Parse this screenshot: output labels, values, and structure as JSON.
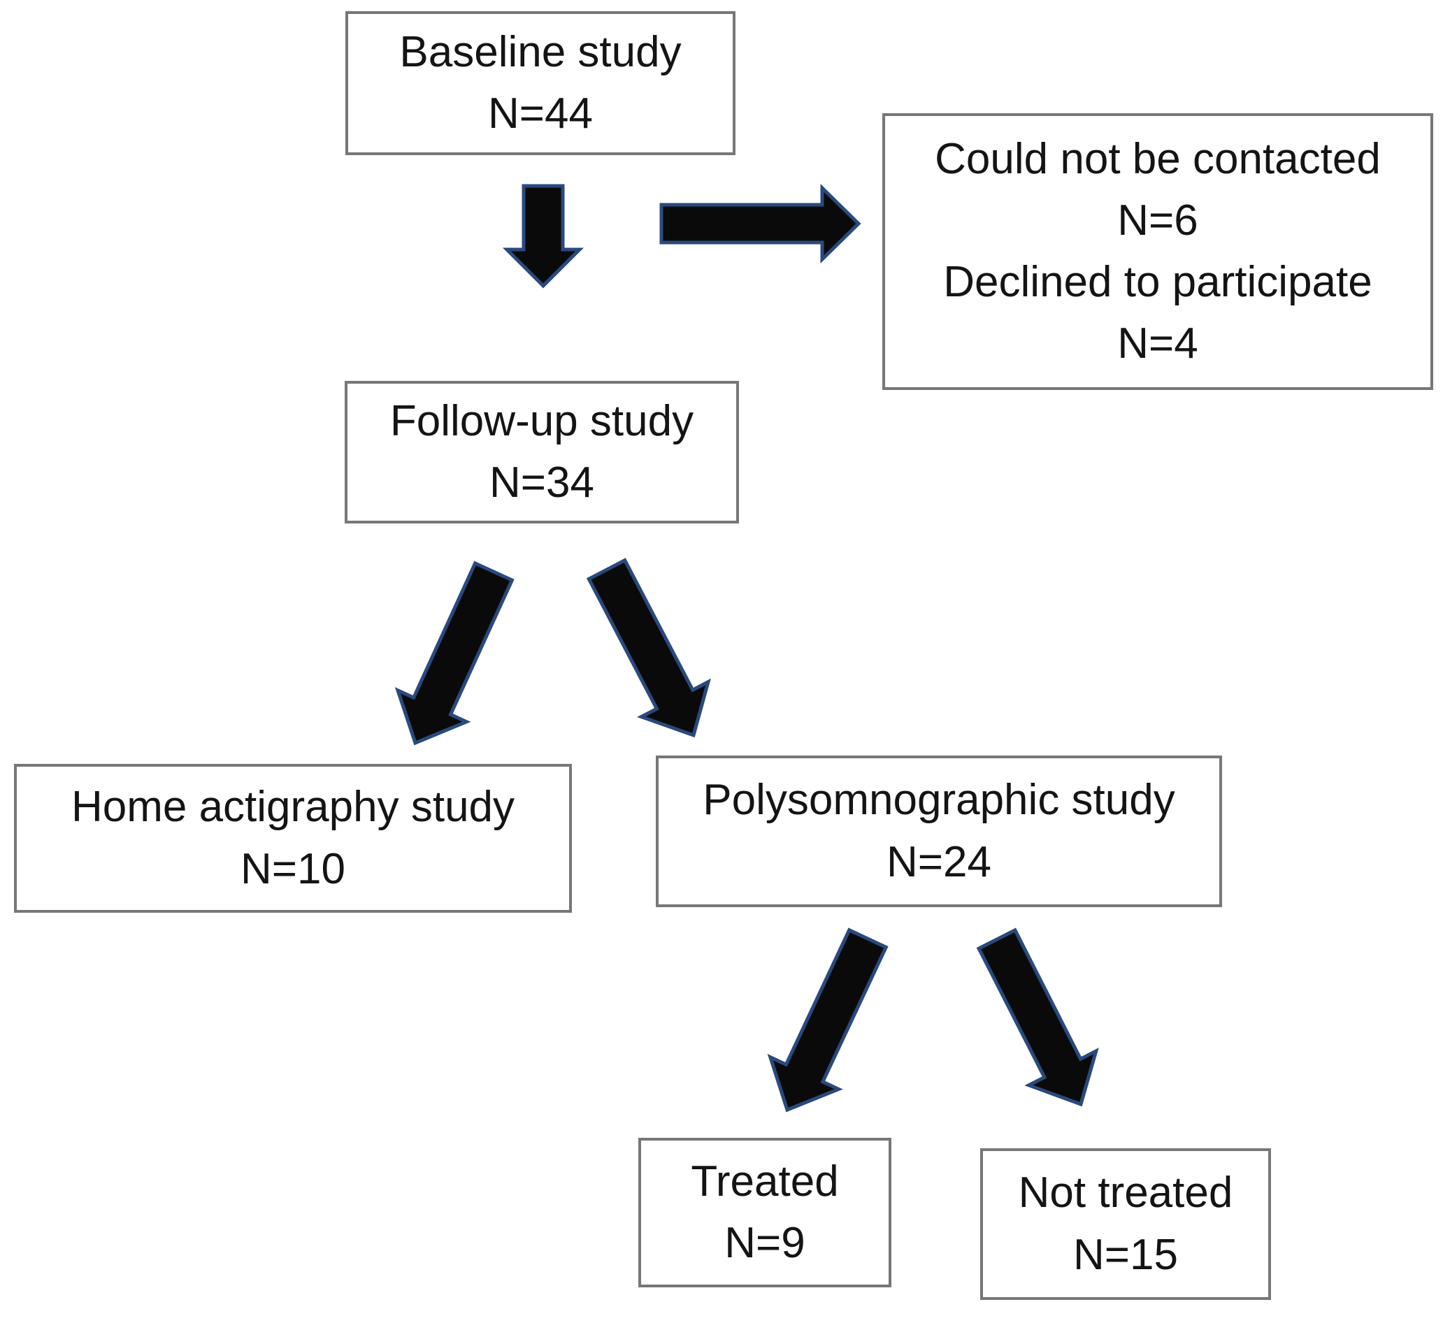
{
  "figure": {
    "background": "#ffffff",
    "box_fill": "#ffffff",
    "box_border_color": "#777777",
    "text_color": "#141414",
    "arrow_fill": "#0a0a0a",
    "arrow_stroke": "#2a4a7d"
  },
  "nodes": [
    {
      "id": "baseline-study",
      "lines": [
        "Baseline study",
        "N=44"
      ]
    },
    {
      "id": "exclusions",
      "lines": [
        "Could not be contacted",
        "N=6",
        "Declined to participate",
        "N=4"
      ]
    },
    {
      "id": "follow-up-study",
      "lines": [
        "Follow-up study",
        "N=34"
      ]
    },
    {
      "id": "home-actigraphy-study",
      "lines": [
        "Home actigraphy study",
        "N=10"
      ]
    },
    {
      "id": "polysomnographic-study",
      "lines": [
        "Polysomnographic study",
        "N=24"
      ]
    },
    {
      "id": "treated",
      "lines": [
        "Treated",
        "N=9"
      ]
    },
    {
      "id": "not-treated",
      "lines": [
        "Not treated",
        "N=15"
      ]
    }
  ],
  "flow": [
    {
      "from": "Baseline study",
      "to": "Follow-up study"
    },
    {
      "from": "Baseline study",
      "to": "Could not be contacted N=6 / Declined to participate N=4"
    },
    {
      "from": "Follow-up study",
      "to": "Home actigraphy study"
    },
    {
      "from": "Follow-up study",
      "to": "Polysomnographic study"
    },
    {
      "from": "Polysomnographic study",
      "to": "Treated"
    },
    {
      "from": "Polysomnographic study",
      "to": "Not treated"
    }
  ]
}
